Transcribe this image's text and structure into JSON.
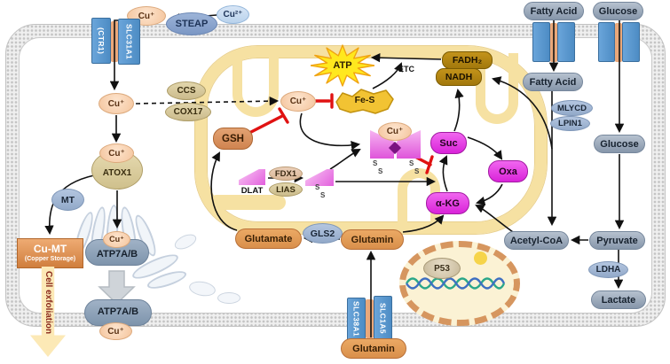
{
  "title_note": "copper metabolism / cuproptosis signaling pathway in a cell",
  "colors": {
    "transporter_blue": "#5b9bd5",
    "membrane_gray": "#d8d8d8",
    "copper_peach": "#f7cda5",
    "mito_yellow": "#f6e1a2",
    "tca_magenta": "#e23ee2",
    "inhibit_red": "#e01212",
    "orange_metabolite": "#dd9655",
    "gray_metabolite": "#93a3b8",
    "fes_gold": "#f2c333",
    "atp_yellow": "#ffe81e",
    "fadh_gold": "#b08510",
    "nucleus_border": "#d6965f"
  },
  "extracellular": {
    "cu1": "Cu⁺",
    "steap": "STEAP",
    "cu2": "Cu²⁺",
    "fatty_acid": "Fatty Acid",
    "glucose": "Glucose",
    "glutamin": "Glutamin",
    "cu_exported": "Cu⁺"
  },
  "transporters": {
    "ctr1": "(CTR1)",
    "slc31a1": "SLC31A1",
    "slc38a1": "SLC38A1",
    "slc1a5": "SLC1A5"
  },
  "cytosol": {
    "cu_a": "Cu⁺",
    "cu_b": "Cu⁺",
    "atox1": "ATOX1",
    "mt": "MT",
    "cu_mt": "Cu-MT",
    "cu_mt_note": "(Copper Storage)",
    "cell_exfoliation": "Cell exfoliation",
    "atp7ab_golgi": "ATP7A/B",
    "cu_golgi": "Cu⁺",
    "atp7ab_membrane": "ATP7A/B",
    "ccs": "CCS",
    "cox17": "COX17",
    "fatty_acid": "Fatty Acid",
    "mlycd": "MLYCD",
    "lpin1": "LPIN1",
    "glucose": "Glucose",
    "pyruvate": "Pyruvate",
    "ldha": "LDHA",
    "lactate": "Lactate",
    "acetyl_coa": "Acetyl-CoA",
    "glutamate": "Glutamate",
    "gls2": "GLS2",
    "glutamin": "Glutamin"
  },
  "mitochondrion": {
    "cu": "Cu⁺",
    "gsh": "GSH",
    "fe_s": "Fe-S",
    "atp": "ATP",
    "etc": "ETC",
    "fadh2": "FADH₂",
    "nadh": "NADH",
    "dlat": "DLAT",
    "fdx1": "FDX1",
    "lias": "LIAS",
    "cu_bound": "Cu⁺",
    "s": "S",
    "suc": "Suc",
    "oxa": "Oxa",
    "akg": "α-KG"
  },
  "nucleus": {
    "p53": "P53"
  }
}
